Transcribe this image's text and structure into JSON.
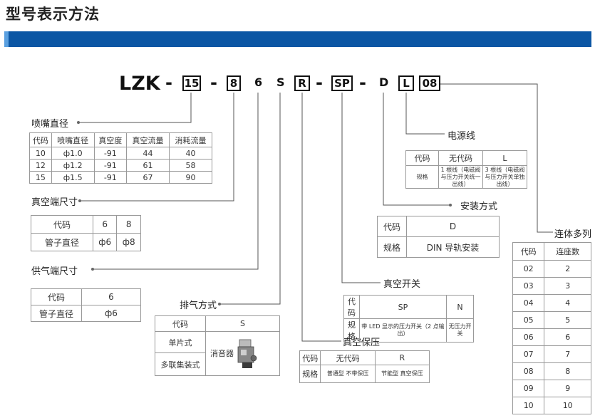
{
  "title": "型号表示方法",
  "model": {
    "prefix": "LZK",
    "dash": "-",
    "nozzle": "15",
    "vacuum_port": "8",
    "supply_port": "6",
    "exhaust": "S",
    "vacuum_hold": "R",
    "vacuum_switch": "SP",
    "mounting": "D",
    "power_line": "L",
    "stations": "08"
  },
  "nozzle_section": {
    "label": "喷嘴直径",
    "headers": [
      "代码",
      "喷嘴直径",
      "真空度",
      "真空流量",
      "消耗流量"
    ],
    "rows": [
      [
        "10",
        "ф1.0",
        "-91",
        "44",
        "40"
      ],
      [
        "12",
        "ф1.2",
        "-91",
        "61",
        "58"
      ],
      [
        "15",
        "ф1.5",
        "-91",
        "67",
        "90"
      ]
    ]
  },
  "vacuum_port_section": {
    "label": "真空端尺寸",
    "row1": [
      "代码",
      "6",
      "8"
    ],
    "row2": [
      "管子直径",
      "ф6",
      "ф8"
    ]
  },
  "supply_port_section": {
    "label": "供气端尺寸",
    "row1": [
      "代码",
      "6"
    ],
    "row2": [
      "管子直径",
      "ф6"
    ]
  },
  "exhaust_section": {
    "label": "排气方式",
    "header_code": "代码",
    "header_value": "S",
    "row1": "单片式",
    "row2": "多联集装式",
    "value": "消音器"
  },
  "vacuum_hold_section": {
    "label": "真空保压",
    "headers": [
      "代码",
      "无代码",
      "R"
    ],
    "row_label": "规格",
    "cell1": "普通型 不带保压",
    "cell2": "节能型 真空保压"
  },
  "vacuum_switch_section": {
    "label": "真空开关",
    "headers": [
      "代码",
      "SP",
      "N"
    ],
    "row_label": "规格",
    "cell1": "带 LED 显示的压力开关（2 点输出）",
    "cell2": "无压力开关"
  },
  "mounting_section": {
    "label": "安装方式",
    "row1": [
      "代码",
      "D"
    ],
    "row2": [
      "规格",
      "DIN 导轨安装"
    ]
  },
  "power_section": {
    "label": "电源线",
    "headers": [
      "代码",
      "无代码",
      "L"
    ],
    "row_label": "规格",
    "cell1": "1 根线（电磁阀与压力开关统一出线）",
    "cell2": "3 根线（电磁阀与压力开关单独出线）"
  },
  "stations_section": {
    "label": "连体多列",
    "headers": [
      "代码",
      "连座数"
    ],
    "rows": [
      [
        "02",
        "2"
      ],
      [
        "03",
        "3"
      ],
      [
        "04",
        "4"
      ],
      [
        "05",
        "5"
      ],
      [
        "06",
        "6"
      ],
      [
        "07",
        "7"
      ],
      [
        "08",
        "8"
      ],
      [
        "09",
        "9"
      ],
      [
        "10",
        "10"
      ]
    ]
  }
}
